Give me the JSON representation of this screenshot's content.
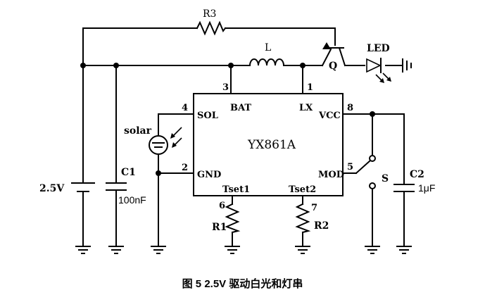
{
  "components": {
    "r3": "R3",
    "inductor": "L",
    "transistor": "Q",
    "led": "LED",
    "solar": "solar",
    "battery": "2.5V",
    "c1_name": "C1",
    "c1_value": "100nF",
    "c2_name": "C2",
    "c2_value": "1μF",
    "r1": "R1",
    "r2": "R2",
    "switch": "S"
  },
  "chip": {
    "name": "YX861A",
    "pins": {
      "bat": "BAT",
      "bat_num": "3",
      "lx": "LX",
      "lx_num": "1",
      "sol": "SOL",
      "sol_num": "4",
      "gnd": "GND",
      "gnd_num": "2",
      "vcc": "VCC",
      "vcc_num": "8",
      "mod": "MOD",
      "mod_num": "5",
      "tset1": "Tset1",
      "tset1_num": "6",
      "tset2": "Tset2",
      "tset2_num": "7"
    }
  },
  "caption": "图 5 2.5V 驱动白光和灯串"
}
